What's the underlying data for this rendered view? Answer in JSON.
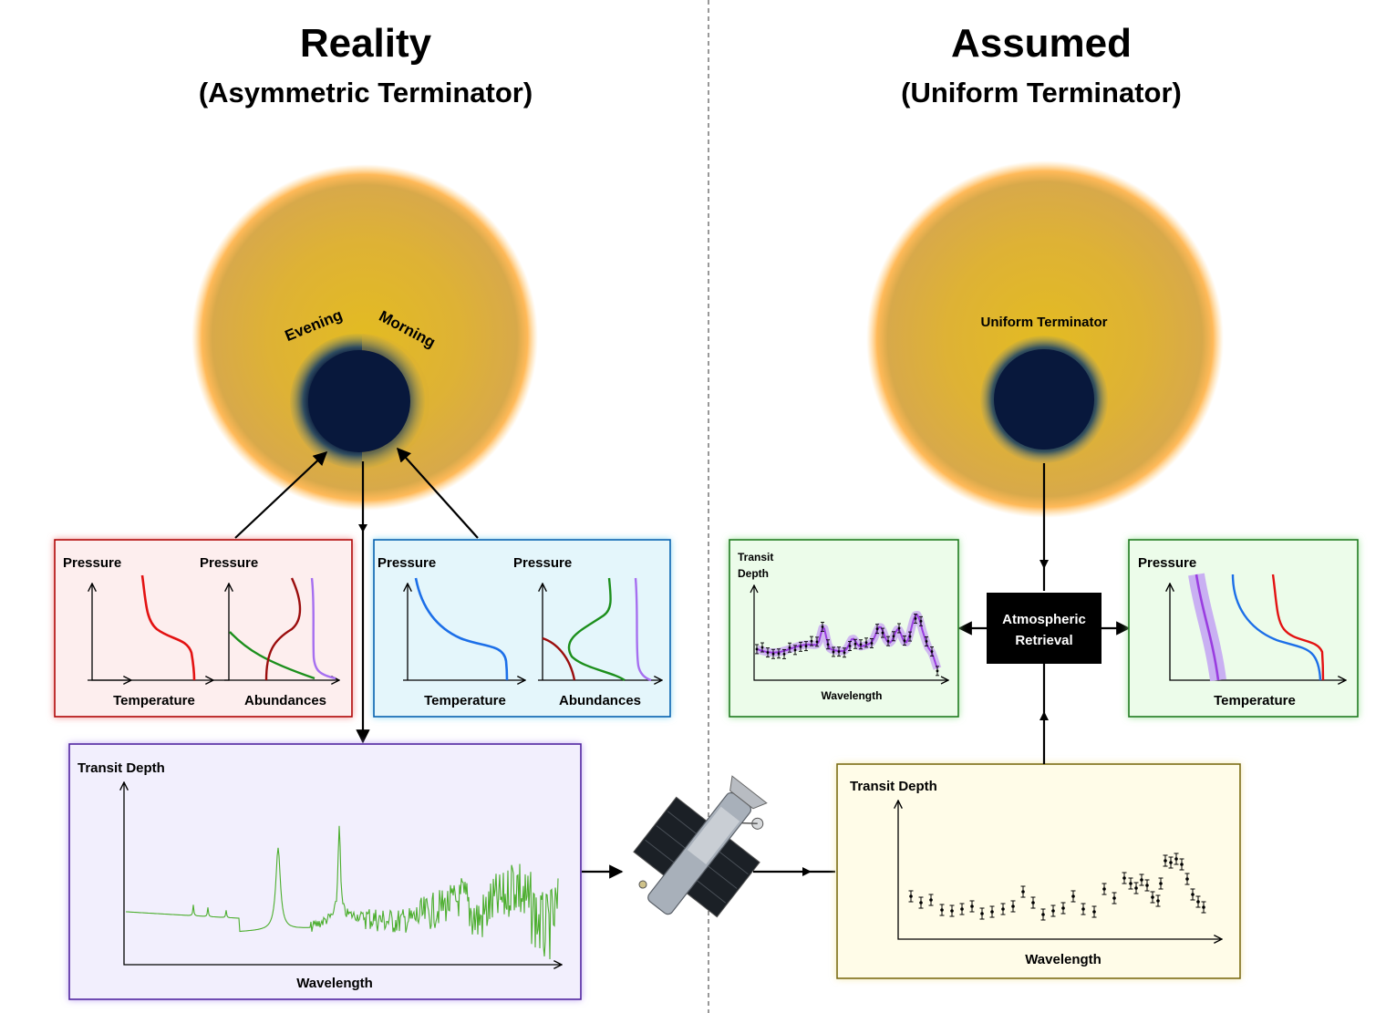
{
  "left": {
    "title": "Reality",
    "subtitle": "(Asymmetric Terminator)",
    "evening_label": "Evening",
    "morning_label": "Morning",
    "panel_red": {
      "y1": "Pressure",
      "y2": "Pressure",
      "x1": "Temperature",
      "x2": "Abundances"
    },
    "panel_blue": {
      "y1": "Pressure",
      "y2": "Pressure",
      "x1": "Temperature",
      "x2": "Abundances"
    },
    "spectrum": {
      "ylabel": "Transit Depth",
      "xlabel": "Wavelength"
    }
  },
  "right": {
    "title": "Assumed",
    "subtitle": "(Uniform Terminator)",
    "planet_label": "Uniform Terminator",
    "retrieval": {
      "line1": "Atmospheric",
      "line2": "Retrieval"
    },
    "fit_panel": {
      "ylabel1": "Transit",
      "ylabel2": "Depth",
      "xlabel": "Wavelength"
    },
    "tp_panel": {
      "ylabel": "Pressure",
      "xlabel": "Temperature"
    },
    "data_panel": {
      "ylabel": "Transit Depth",
      "xlabel": "Wavelength"
    }
  },
  "colors": {
    "star": "#ddb132",
    "planet": "#0a1a3d",
    "red_box": "#fdeeee",
    "blue_box": "#e4f6fb",
    "purple_box": "#f2effd",
    "green_box": "#ecfcea",
    "yellow_box": "#fffce8",
    "spectrum_green": "#4cae2e",
    "fit_purple": "#9a3de0"
  }
}
